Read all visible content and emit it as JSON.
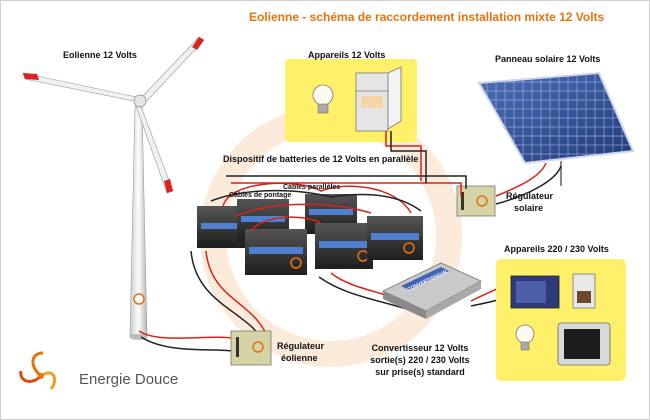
{
  "title": "Eolienne - schéma de raccordement installation mixte 12 Volts",
  "labels": {
    "wind_turbine": "Eolienne 12 Volts",
    "appliances_12v": "Appareils 12 Volts",
    "solar_panel": "Panneau solaire 12 Volts",
    "battery_bank": "Dispositif de batteries de 12 Volts en parallèle",
    "parallel_cables": "Câbles parallèles",
    "jumper_cables": "Câbles de pontage",
    "solar_regulator_1": "Régulateur",
    "solar_regulator_2": "solaire",
    "appliances_230v": "Appareils 220 / 230 Volts",
    "wind_regulator_1": "Régulateur",
    "wind_regulator_2": "éolienne",
    "converter_1": "Convertisseur 12 Volts",
    "converter_2": "sortie(s) 220 / 230 Volts",
    "converter_3": "sur prise(s) standard",
    "converter_device_text": "CONVERTISSEUR"
  },
  "brand": {
    "name": "Energie Douce"
  },
  "icons": [
    "wind-turbine-icon",
    "light-bulb-icon",
    "refrigerator-icon",
    "solar-panel-icon",
    "battery-icon",
    "regulator-icon",
    "inverter-icon",
    "microwave-icon",
    "coffee-maker-icon",
    "television-icon",
    "energie-douce-logo"
  ],
  "colors": {
    "title": "#e8720c",
    "yellow_box": "#fff06a",
    "positive_cable": "#d8231c",
    "negative_cable": "#222222",
    "battery": "#2c2c2c"
  }
}
